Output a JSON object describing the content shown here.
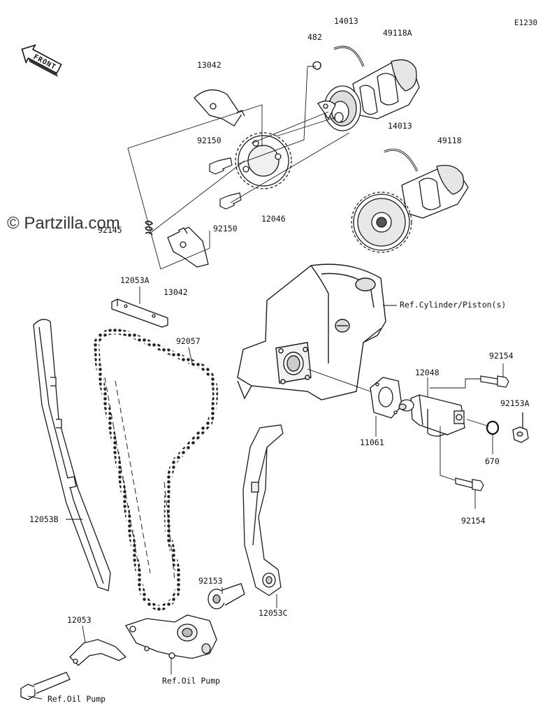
{
  "diagram_code": "E1230",
  "front_indicator": "FRONT",
  "watermark": "© Partzilla.com",
  "part_numbers": {
    "p14013_top": "14013",
    "p49118A": "49118A",
    "p482": "482",
    "p13042_top": "13042",
    "p92150_top": "92150",
    "p14013_mid": "14013",
    "p49118": "49118",
    "p92145": "92145",
    "p92150_bottom": "92150",
    "p12046": "12046",
    "p13042_bottom": "13042",
    "p12053A": "12053A",
    "p92057": "92057",
    "ref_cylinder": "Ref.Cylinder/Piston(s)",
    "p92154_top": "92154",
    "p12048": "12048",
    "p92153A": "92153A",
    "p11061": "11061",
    "p670": "670",
    "p92154_bottom": "92154",
    "p12053B": "12053B",
    "p92153": "92153",
    "p12053C": "12053C",
    "p12053": "12053",
    "ref_oil_pump_1": "Ref.Oil Pump",
    "ref_oil_pump_2": "Ref.Oil Pump"
  },
  "colors": {
    "line": "#1a1a1a",
    "shade": "#9a9a9a",
    "paper": "#ffffff"
  }
}
